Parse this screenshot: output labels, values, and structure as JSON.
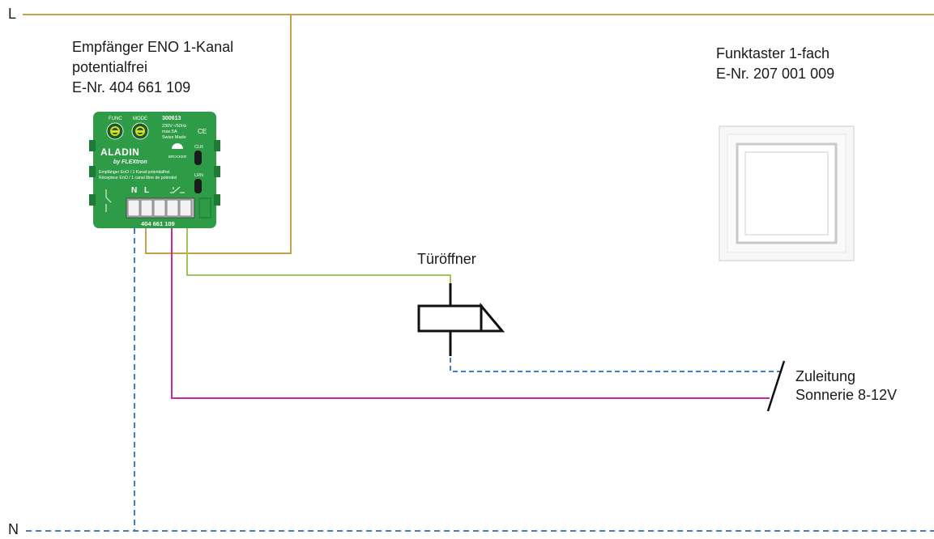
{
  "rails": {
    "l_label": "L",
    "n_label": "N"
  },
  "receiver": {
    "title_line1": "Empfänger ENO 1-Kanal",
    "title_line2": "potentialfrei",
    "title_line3": "E-Nr. 404 661 109",
    "device": {
      "func_label": "FUNC",
      "mode_label": "MODE",
      "model_code": "300613",
      "spec_line1": "230V~/50Hz",
      "spec_line2": "max.5A",
      "spec_line3": "Swiss Made",
      "brand": "ALADIN",
      "sub_brand": "by FLEXtron",
      "maker": "BROCKER",
      "desc_line1": "Empfänger EnO / 1 Kanal potentialfrei",
      "desc_line2": "Récepteur EnO / 1 canal libre de potentiel",
      "clr_label": "CLR",
      "lrn_label": "LRN",
      "terminal_n": "N",
      "terminal_l": "L",
      "article_number": "404 661 109"
    }
  },
  "switch": {
    "title_line1": "Funktaster 1-fach",
    "title_line2": "E-Nr. 207 001 009"
  },
  "door_opener": {
    "label": "Türöffner"
  },
  "supply": {
    "label_line1": "Zuleitung",
    "label_line2": "Sonnerie 8-12V"
  },
  "colors": {
    "phase_wire": "#c8a04a",
    "neutral_wire": "#3f7fc8",
    "switched_wire": "#9ac95a",
    "bell_wire": "#c8289e",
    "device_green": "#2e9b47",
    "switch_frame": "#f4f4f4"
  }
}
